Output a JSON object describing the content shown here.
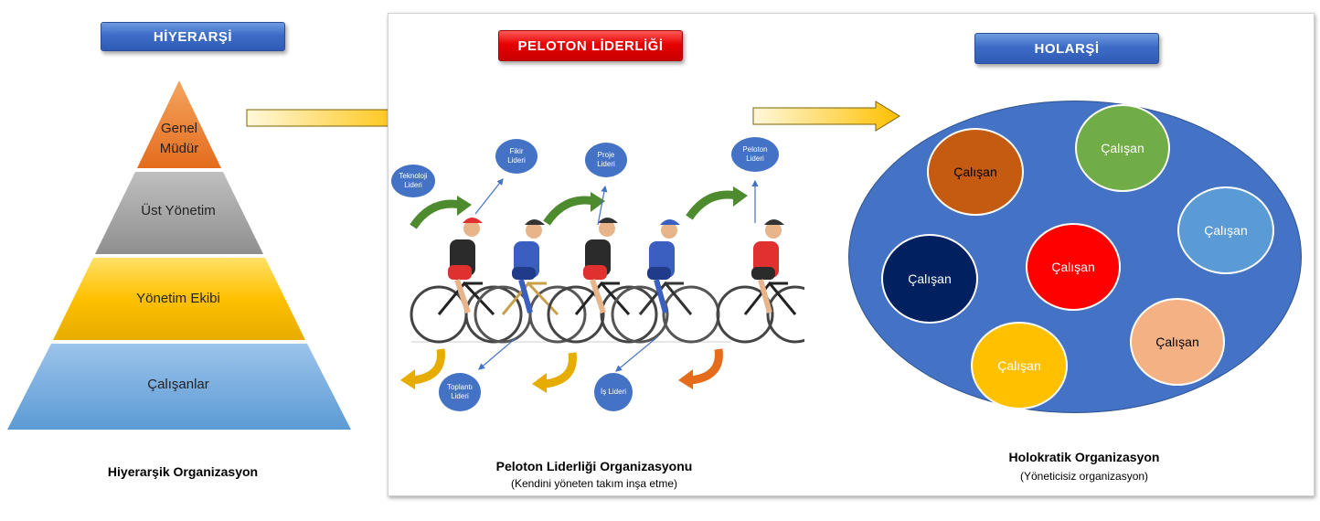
{
  "hierarchy": {
    "banner": "HİYERARŞİ",
    "levels": [
      "Genel Müdür",
      "Üst Yönetim",
      "Yönetim Ekibi",
      "Çalışanlar"
    ],
    "caption": "Hiyerarşik Organizasyon"
  },
  "peloton": {
    "banner": "PELOTON LİDERLİĞİ",
    "roles_top": [
      "Teknoloji Lideri",
      "Fikir Lideri",
      "Proje Lideri",
      "Peloton Lideri"
    ],
    "roles_bottom": [
      "Toplantı Lideri",
      "İş Lideri"
    ],
    "caption": "Peloton Liderliği Organizasyonu",
    "subcaption": "(Kendini yöneten takım inşa etme)"
  },
  "holacracy": {
    "banner": "HOLARŞİ",
    "employee_label": "Çalışan",
    "employee_colors": [
      "#c55a11",
      "#70ad47",
      "#5b9bd5",
      "#002060",
      "#ff0000",
      "#f4b183",
      "#ffc000"
    ],
    "caption": "Holokratik Organizasyon",
    "subcaption": "(Yöneticisiz organizasyon)"
  },
  "colors": {
    "ellipse": "#4472c4",
    "pyramid_top": "#ed7d31",
    "pyramid_2": "#a5a5a5",
    "pyramid_3": "#ffc000",
    "pyramid_4": "#5b9bd5"
  }
}
